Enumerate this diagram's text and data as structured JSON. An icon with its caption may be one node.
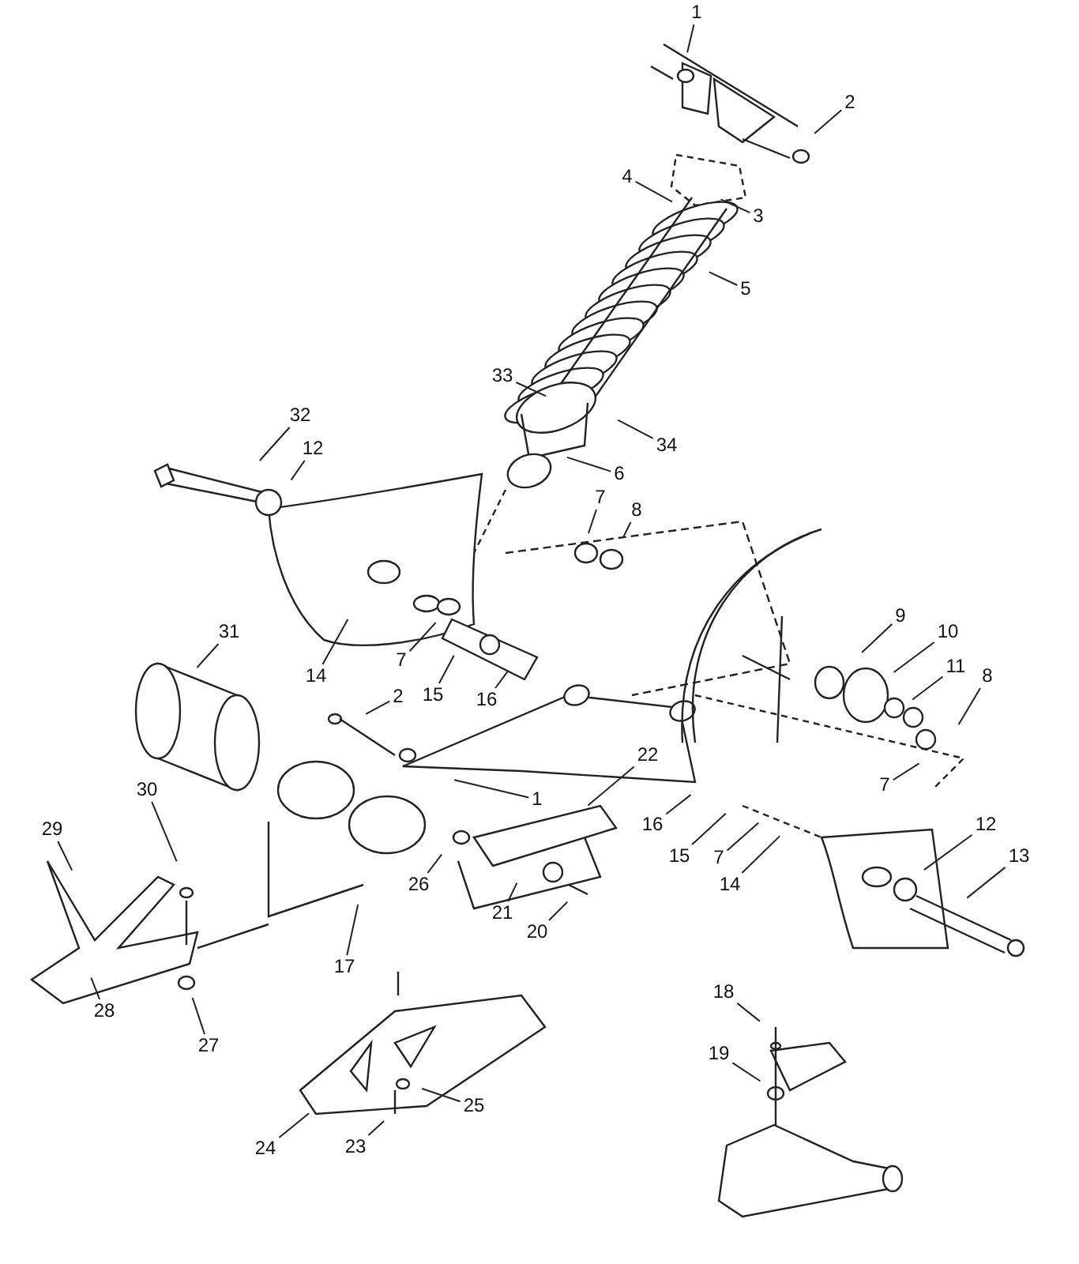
{
  "diagram": {
    "nodes": [
      {
        "text": [
          "1"
        ]
      },
      {
        "text": [
          "2"
        ]
      },
      {
        "text": [
          "4"
        ]
      },
      {
        "text": [
          "3"
        ]
      },
      {
        "text": [
          "5"
        ]
      },
      {
        "text": [
          "33"
        ]
      },
      {
        "text": [
          "34"
        ]
      },
      {
        "text": [
          "32"
        ]
      },
      {
        "text": [
          "12"
        ]
      },
      {
        "text": [
          "6"
        ]
      },
      {
        "text": [
          "7"
        ]
      },
      {
        "text": [
          "8"
        ]
      },
      {
        "text": [
          "31"
        ]
      },
      {
        "text": [
          "9"
        ]
      },
      {
        "text": [
          "10"
        ]
      },
      {
        "text": [
          "7"
        ]
      },
      {
        "text": [
          "15"
        ]
      },
      {
        "text": [
          "14"
        ]
      },
      {
        "text": [
          "16"
        ]
      },
      {
        "text": [
          "2"
        ]
      },
      {
        "text": [
          "11"
        ]
      },
      {
        "text": [
          "8"
        ]
      },
      {
        "text": [
          "7"
        ]
      },
      {
        "text": [
          "22"
        ]
      },
      {
        "text": [
          "30"
        ]
      },
      {
        "text": [
          "1"
        ]
      },
      {
        "text": [
          "16"
        ]
      },
      {
        "text": [
          "29"
        ]
      },
      {
        "text": [
          "12"
        ]
      },
      {
        "text": [
          "15"
        ]
      },
      {
        "text": [
          "7"
        ]
      },
      {
        "text": [
          "26"
        ]
      },
      {
        "text": [
          "13"
        ]
      },
      {
        "text": [
          "14"
        ]
      },
      {
        "text": [
          "21"
        ]
      },
      {
        "text": [
          "20"
        ]
      },
      {
        "text": [
          "17"
        ]
      },
      {
        "text": [
          "28"
        ]
      },
      {
        "text": [
          "18"
        ]
      },
      {
        "text": [
          "27"
        ]
      },
      {
        "text": [
          "19"
        ]
      },
      {
        "text": [
          "25"
        ]
      },
      {
        "text": [
          "24"
        ]
      },
      {
        "text": [
          "23"
        ]
      }
    ],
    "edges": [
      {
        "from": 0,
        "to": null,
        "arrow": "none"
      },
      {
        "from": 1,
        "to": null,
        "arrow": "none"
      },
      {
        "from": 2,
        "to": null,
        "arrow": "none"
      },
      {
        "from": 3,
        "to": null,
        "arrow": "none"
      },
      {
        "from": 4,
        "to": null,
        "arrow": "none"
      },
      {
        "from": 5,
        "to": null,
        "arrow": "none"
      },
      {
        "from": 6,
        "to": null,
        "arrow": "none"
      },
      {
        "from": 7,
        "to": null,
        "arrow": "none"
      },
      {
        "from": 8,
        "to": null,
        "arrow": "none"
      },
      {
        "from": 9,
        "to": null,
        "arrow": "none"
      },
      {
        "from": 10,
        "to": null,
        "arrow": "none"
      },
      {
        "from": 11,
        "to": null,
        "arrow": "none"
      },
      {
        "from": 12,
        "to": null,
        "arrow": "none"
      },
      {
        "from": 13,
        "to": null,
        "arrow": "none"
      },
      {
        "from": 14,
        "to": null,
        "arrow": "none"
      },
      {
        "from": 15,
        "to": null,
        "arrow": "none"
      },
      {
        "from": 16,
        "to": null,
        "arrow": "none"
      },
      {
        "from": 17,
        "to": null,
        "arrow": "none"
      },
      {
        "from": 18,
        "to": null,
        "arrow": "none"
      },
      {
        "from": 19,
        "to": null,
        "arrow": "none"
      },
      {
        "from": 20,
        "to": null,
        "arrow": "none"
      },
      {
        "from": 21,
        "to": null,
        "arrow": "none"
      },
      {
        "from": 22,
        "to": null,
        "arrow": "none"
      },
      {
        "from": 23,
        "to": null,
        "arrow": "none"
      },
      {
        "from": 24,
        "to": null,
        "arrow": "none"
      },
      {
        "from": 25,
        "to": null,
        "arrow": "none"
      },
      {
        "from": 26,
        "to": null,
        "arrow": "none"
      },
      {
        "from": 27,
        "to": null,
        "arrow": "none"
      },
      {
        "from": 28,
        "to": null,
        "arrow": "none"
      },
      {
        "from": 29,
        "to": null,
        "arrow": "none"
      },
      {
        "from": 30,
        "to": null,
        "arrow": "none"
      },
      {
        "from": 31,
        "to": null,
        "arrow": "none"
      },
      {
        "from": 32,
        "to": null,
        "arrow": "none"
      },
      {
        "from": 33,
        "to": null,
        "arrow": "none"
      },
      {
        "from": 34,
        "to": null,
        "arrow": "none"
      },
      {
        "from": 35,
        "to": null,
        "arrow": "none"
      },
      {
        "from": 36,
        "to": null,
        "arrow": "none"
      },
      {
        "from": 37,
        "to": null,
        "arrow": "none"
      },
      {
        "from": 38,
        "to": null,
        "arrow": "none"
      },
      {
        "from": 39,
        "to": null,
        "arrow": "none"
      },
      {
        "from": 40,
        "to": null,
        "arrow": "none"
      },
      {
        "from": 41,
        "to": null,
        "arrow": "none"
      },
      {
        "from": 42,
        "to": null,
        "arrow": "none"
      },
      {
        "from": 43,
        "to": null,
        "arrow": "none"
      }
    ]
  }
}
